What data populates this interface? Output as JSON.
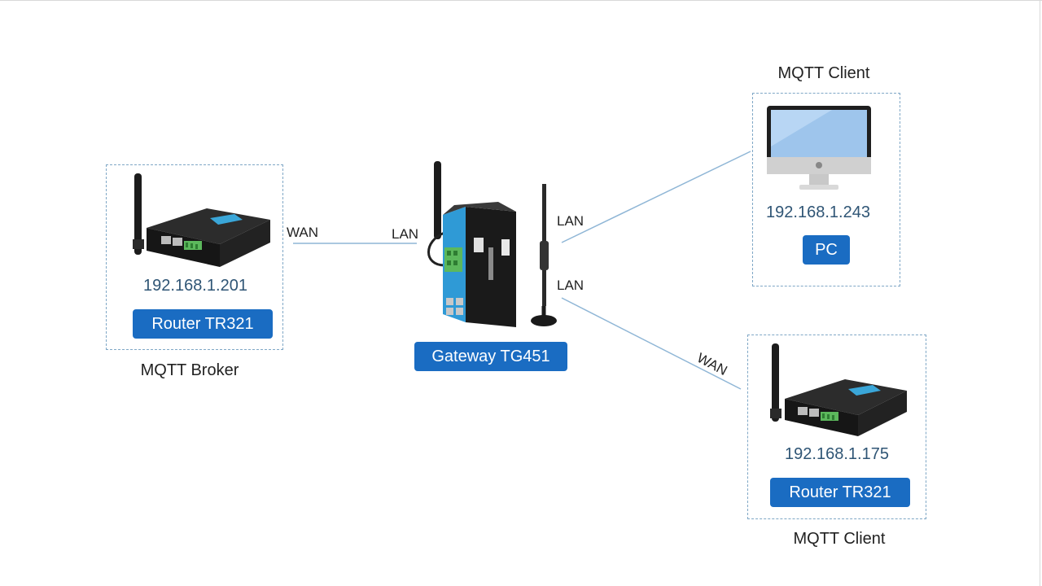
{
  "broker": {
    "caption": "MQTT Broker",
    "ip": "192.168.1.201",
    "tag": "Router TR321"
  },
  "gateway": {
    "tag": "Gateway TG451"
  },
  "client_pc": {
    "caption": "MQTT Client",
    "ip": "192.168.1.243",
    "tag": "PC"
  },
  "client_router": {
    "caption": "MQTT Client",
    "ip": "192.168.1.175",
    "tag": "Router TR321"
  },
  "links": {
    "broker_wan": "WAN",
    "gateway_lan_left": "LAN",
    "gateway_lan_top": "LAN",
    "gateway_lan_bottom": "LAN",
    "client_router_wan": "WAN"
  },
  "colors": {
    "tag_bg": "#1a6cc2",
    "ip_text": "#2f5575",
    "dashed_border": "#7fa7c6",
    "link_line": "#8fb6d6"
  },
  "icons": {
    "router": "router-icon",
    "gateway": "gateway-icon",
    "pc": "monitor-icon",
    "antenna": "antenna-icon"
  }
}
